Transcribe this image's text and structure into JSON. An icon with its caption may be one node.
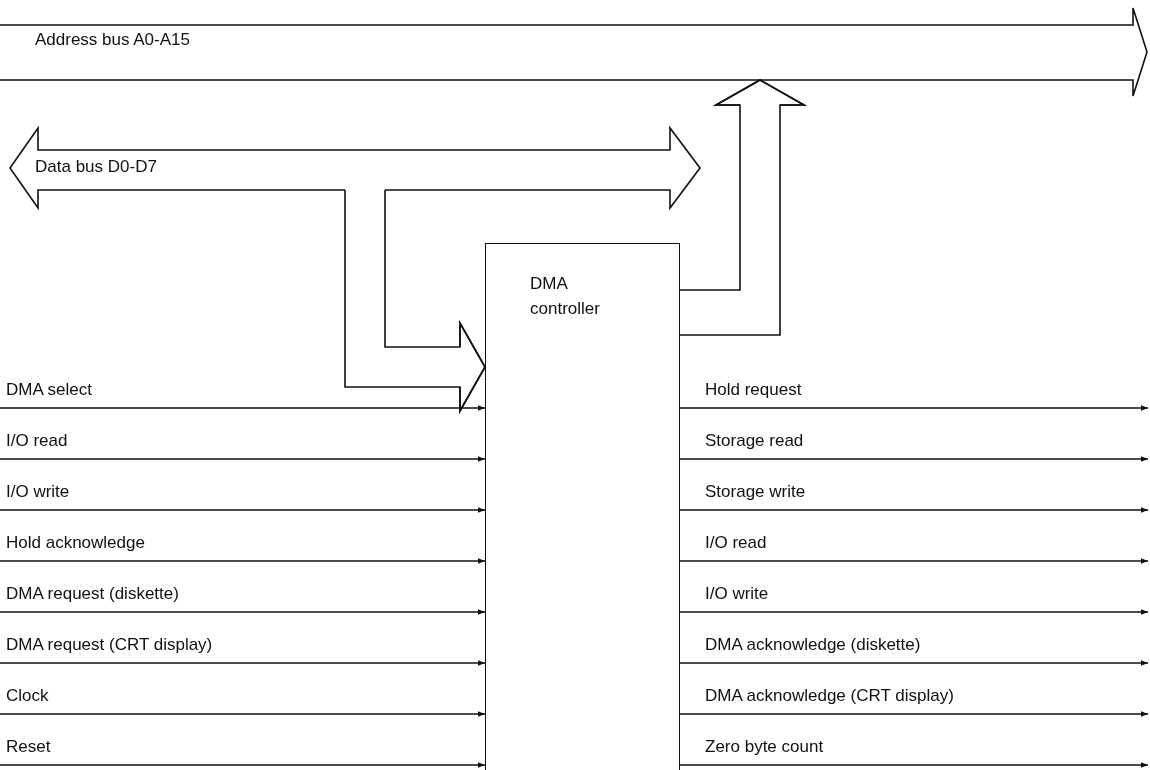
{
  "diagram": {
    "nodes": [
      {
        "text": [
          "Address bus A0-A15"
        ]
      },
      {
        "text": [
          "Data bus D0-D7"
        ]
      },
      {
        "text": [
          "DMA controller"
        ]
      }
    ],
    "edges": [
      {
        "from": 1,
        "to": 2,
        "arrow": "to"
      },
      {
        "from": 2,
        "to": 0,
        "arrow": "to"
      },
      {
        "from": null,
        "to": 2,
        "arrow": "to",
        "label": "DMA select"
      },
      {
        "from": null,
        "to": 2,
        "arrow": "to",
        "label": "I/O read"
      },
      {
        "from": null,
        "to": 2,
        "arrow": "to",
        "label": "I/O write"
      },
      {
        "from": null,
        "to": 2,
        "arrow": "to",
        "label": "Hold acknowledge"
      },
      {
        "from": null,
        "to": 2,
        "arrow": "to",
        "label": "DMA request (diskette)"
      },
      {
        "from": null,
        "to": 2,
        "arrow": "to",
        "label": "DMA request (CRT display)"
      },
      {
        "from": null,
        "to": 2,
        "arrow": "to",
        "label": "Clock"
      },
      {
        "from": null,
        "to": 2,
        "arrow": "to",
        "label": "Reset"
      },
      {
        "from": 2,
        "to": null,
        "arrow": "to",
        "label": "Hold request"
      },
      {
        "from": 2,
        "to": null,
        "arrow": "to",
        "label": "Storage read"
      },
      {
        "from": 2,
        "to": null,
        "arrow": "to",
        "label": "Storage write"
      },
      {
        "from": 2,
        "to": null,
        "arrow": "to",
        "label": "I/O read"
      },
      {
        "from": 2,
        "to": null,
        "arrow": "to",
        "label": "I/O write"
      },
      {
        "from": 2,
        "to": null,
        "arrow": "to",
        "label": "DMA acknowledge (diskette)"
      },
      {
        "from": 2,
        "to": null,
        "arrow": "to",
        "label": "DMA acknowledge (CRT display)"
      },
      {
        "from": 2,
        "to": null,
        "arrow": "to",
        "label": "Zero byte count"
      }
    ]
  }
}
